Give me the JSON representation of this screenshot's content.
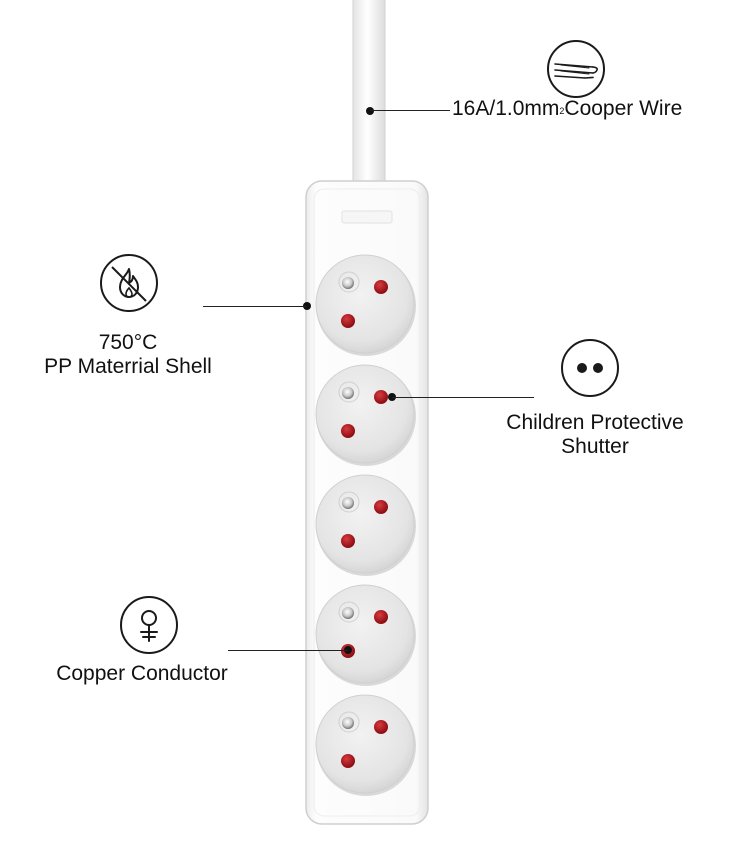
{
  "features": {
    "wire": {
      "label_main": "16A/1.0mm",
      "label_sup": "2",
      "label_tail": "Cooper Wire",
      "icon": "wire-strands-icon"
    },
    "shell": {
      "line1": "750°C",
      "line2": "PP Materrial Shell",
      "icon": "no-fire-icon"
    },
    "shutter": {
      "line1": "Children Protective",
      "line2": "Shutter",
      "icon": "two-dots-icon"
    },
    "conductor": {
      "label": "Copper Conductor",
      "icon": "copper-symbol-icon"
    }
  },
  "product": {
    "socket_count": 5,
    "colors": {
      "body": "#ffffff",
      "socket_face": "#e8e8e8",
      "pin_red": "#b0141c"
    }
  }
}
